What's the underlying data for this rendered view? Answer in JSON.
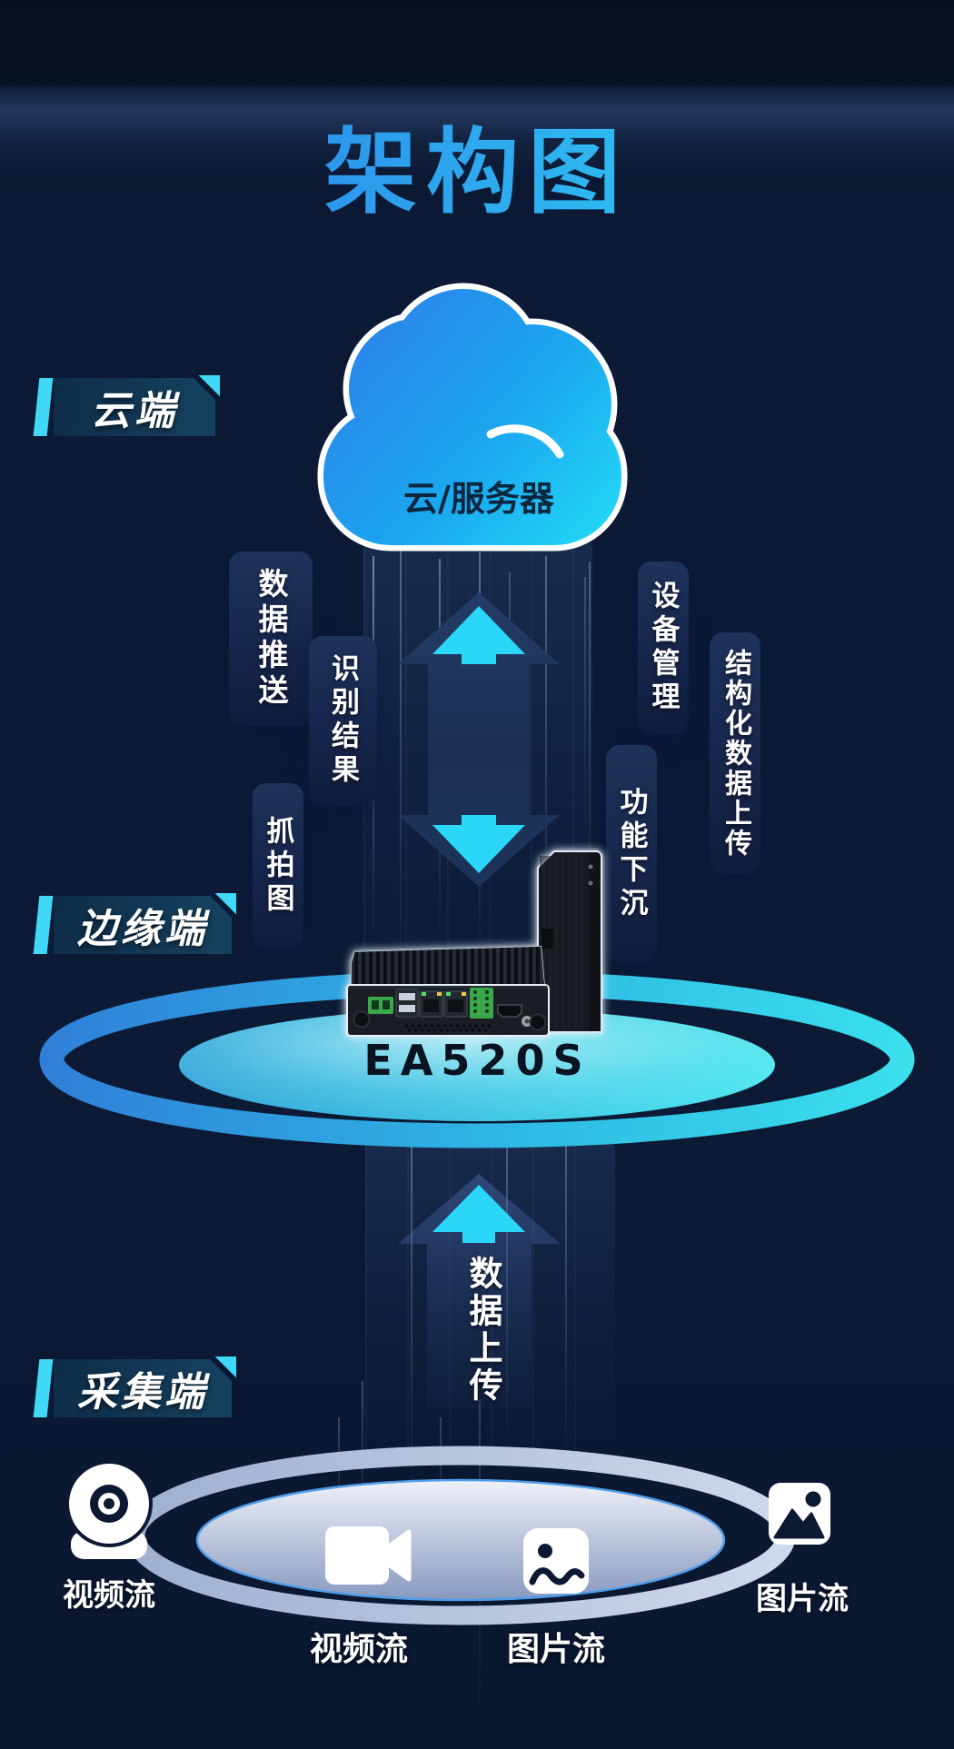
{
  "title": "架构图",
  "palette": {
    "background": "#0c1a36",
    "accent_cyan": "#2bd7f8",
    "accent_blue": "#2b7ce8",
    "badge_cyan": "#3fd9f7",
    "pill_bg": "#16254b",
    "platform_teal_left": "#2f7fd8",
    "platform_teal_right": "#3adfec",
    "platform_grey": "#b6c1da",
    "text_light": "#ffffff",
    "device_text": "#0a1322"
  },
  "cloud_section": {
    "badge": "云端",
    "cloud_label": "云/服务器",
    "left_pills": [
      "数据推送",
      "识别结果",
      "抓拍图"
    ],
    "right_pills": [
      "设备管理",
      "结构化数据上传",
      "功能下沉"
    ]
  },
  "edge_section": {
    "badge": "边缘端",
    "device_name": "EA520S"
  },
  "collection_section": {
    "badge": "采集端",
    "upload_label": "数据上传",
    "sources": [
      {
        "icon": "webcam-icon",
        "label": "视频流"
      },
      {
        "icon": "video-camera-icon",
        "label": "视频流"
      },
      {
        "icon": "image-outline-icon",
        "label": "图片流"
      },
      {
        "icon": "image-filled-icon",
        "label": "图片流"
      }
    ]
  }
}
